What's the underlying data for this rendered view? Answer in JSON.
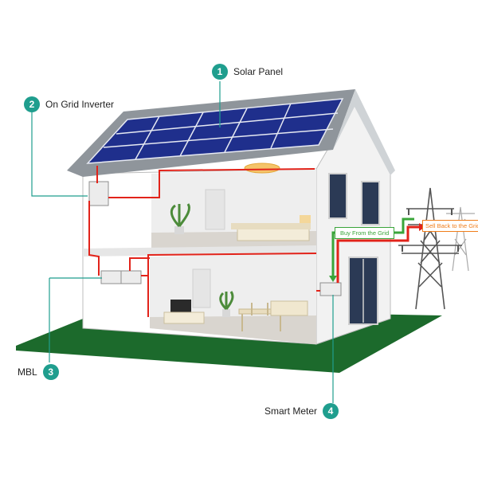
{
  "colors": {
    "accent": "#1f9e8e",
    "wire": "#e2231a",
    "buy_flow": "#3aa53a",
    "sell_flow": "#f07d1a",
    "ground": "#1c6a2c",
    "roof": "#9aa0a6",
    "panel": "#1f2f8c",
    "wall": "#ffffff",
    "floor": "#d9d5cf"
  },
  "callouts": [
    {
      "number": "1",
      "label": "Solar Panel"
    },
    {
      "number": "2",
      "label": "On Grid Inverter"
    },
    {
      "number": "3",
      "label": "MBL"
    },
    {
      "number": "4",
      "label": "Smart Meter"
    }
  ],
  "flows": {
    "buy": "Buy From the Grid",
    "sell": "Sell Back to the Grid"
  },
  "icons": [
    "solar-panel-array",
    "inverter-box",
    "distribution-box",
    "smart-meter",
    "transmission-tower",
    "ceiling-lamp",
    "tv",
    "plant"
  ]
}
